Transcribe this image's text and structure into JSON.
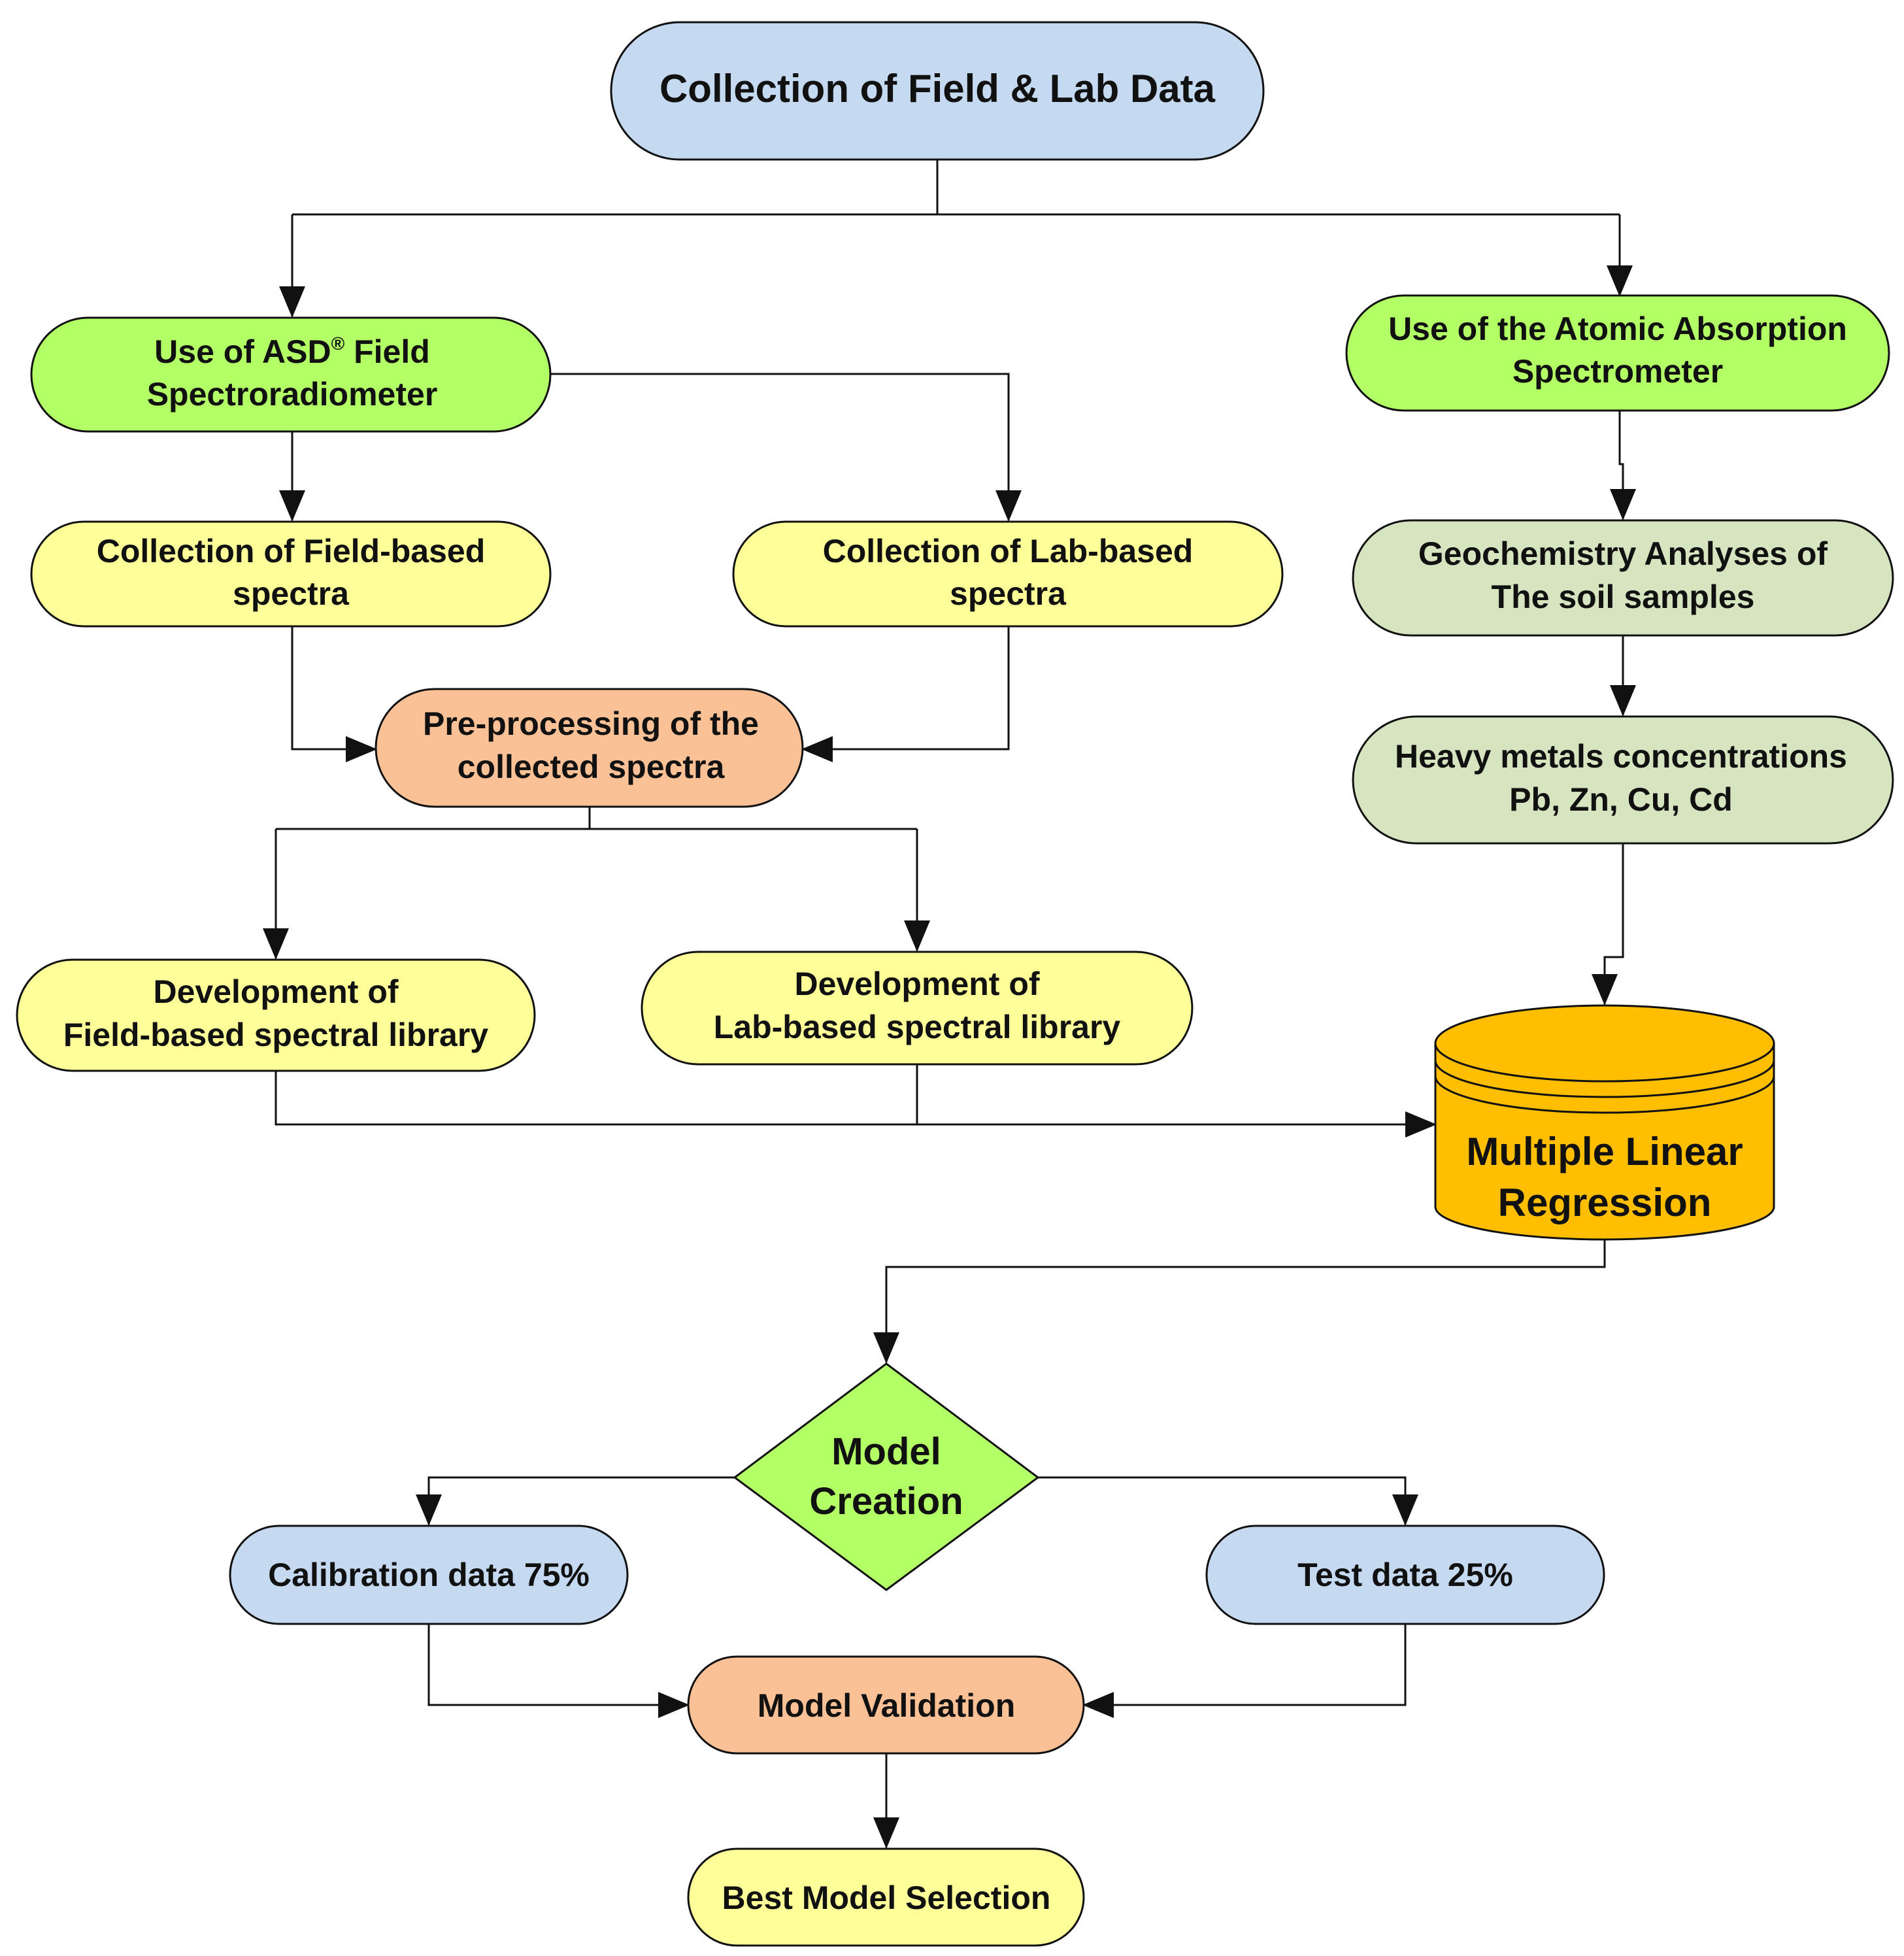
{
  "colors": {
    "blue": "#c5d9f0",
    "green": "#b3ff66",
    "yellow": "#ffff99",
    "salmon": "#fbc196",
    "sage": "#d6e4c0",
    "gold": "#ffbf00",
    "line": "#111111"
  },
  "nodes": {
    "collection": {
      "lines": [
        "Collection of Field & Lab Data"
      ]
    },
    "asd": {
      "line1_pre": "Use of ASD",
      "line1_sup": "®",
      "line1_post": " Field",
      "line2": "Spectroradiometer"
    },
    "aas": {
      "lines": [
        "Use of the Atomic Absorption",
        "Spectrometer"
      ]
    },
    "field_spectra": {
      "lines": [
        "Collection of Field-based",
        "spectra"
      ]
    },
    "lab_spectra": {
      "lines": [
        "Collection of Lab-based",
        "spectra"
      ]
    },
    "geochem": {
      "lines": [
        "Geochemistry Analyses of",
        "The soil samples"
      ]
    },
    "preprocess": {
      "lines": [
        "Pre-processing of the",
        "collected spectra"
      ]
    },
    "heavy_metals": {
      "lines": [
        "Heavy metals concentrations",
        "Pb, Zn, Cu, Cd"
      ]
    },
    "field_library": {
      "lines": [
        "Development of",
        "Field-based spectral library"
      ]
    },
    "lab_library": {
      "lines": [
        "Development of",
        "Lab-based spectral library"
      ]
    },
    "mlr": {
      "lines": [
        "Multiple Linear",
        "Regression"
      ]
    },
    "model_creation": {
      "lines": [
        "Model",
        "Creation"
      ]
    },
    "calibration": {
      "lines": [
        "Calibration data 75%"
      ]
    },
    "test": {
      "lines": [
        "Test data 25%"
      ]
    },
    "validation": {
      "lines": [
        "Model Validation"
      ]
    },
    "best_model": {
      "lines": [
        "Best Model Selection"
      ]
    }
  }
}
